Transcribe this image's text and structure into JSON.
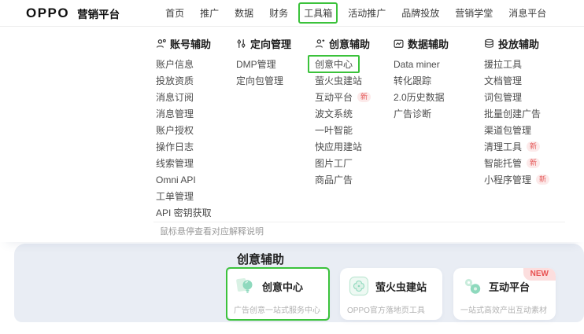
{
  "brand": {
    "logo_text": "OPPO",
    "platform": "营销平台"
  },
  "nav": {
    "items": [
      "首页",
      "推广",
      "数据",
      "财务",
      "工具箱",
      "活动推广",
      "品牌投放",
      "营销学堂",
      "消息平台"
    ],
    "highlighted": "工具箱"
  },
  "menu": {
    "columns": [
      {
        "icon": "user-icon",
        "title": "账号辅助",
        "items": [
          {
            "label": "账户信息"
          },
          {
            "label": "投放资质"
          },
          {
            "label": "消息订阅"
          },
          {
            "label": "消息管理"
          },
          {
            "label": "账户授权"
          },
          {
            "label": "操作日志"
          },
          {
            "label": "线索管理"
          },
          {
            "label": "Omni API"
          },
          {
            "label": "工单管理"
          },
          {
            "label": "API 密钥获取"
          }
        ]
      },
      {
        "icon": "sliders-icon",
        "title": "定向管理",
        "items": [
          {
            "label": "DMP管理"
          },
          {
            "label": "定向包管理"
          }
        ]
      },
      {
        "icon": "user-star-icon",
        "title": "创意辅助",
        "items": [
          {
            "label": "创意中心",
            "highlighted": true
          },
          {
            "label": "萤火虫建站"
          },
          {
            "label": "互动平台",
            "badge": "新"
          },
          {
            "label": "波文系统"
          },
          {
            "label": "一叶智能"
          },
          {
            "label": "快应用建站"
          },
          {
            "label": "图片工厂"
          },
          {
            "label": "商品广告"
          }
        ]
      },
      {
        "icon": "chart-box-icon",
        "title": "数据辅助",
        "items": [
          {
            "label": "Data miner"
          },
          {
            "label": "转化跟踪"
          },
          {
            "label": "2.0历史数据"
          },
          {
            "label": "广告诊断"
          }
        ]
      },
      {
        "icon": "layers-icon",
        "title": "投放辅助",
        "items": [
          {
            "label": "援拉工具"
          },
          {
            "label": "文档管理"
          },
          {
            "label": "词包管理"
          },
          {
            "label": "批量创建广告"
          },
          {
            "label": "渠道包管理"
          },
          {
            "label": "清理工具",
            "badge": "新"
          },
          {
            "label": "智能托管",
            "badge": "新"
          },
          {
            "label": "小程序管理",
            "badge": "新"
          }
        ]
      }
    ],
    "hint": "鼠标悬停查看对应解释说明"
  },
  "panel": {
    "title": "创意辅助",
    "cards": [
      {
        "icon": "creative-center-icon",
        "title": "创意中心",
        "subtitle": "广告创意一站式服务中心",
        "highlighted": true
      },
      {
        "icon": "firefly-site-icon",
        "title": "萤火虫建站",
        "subtitle": "OPPO官方落地页工具"
      },
      {
        "icon": "interactive-platform-icon",
        "title": "互动平台",
        "subtitle": "一站式高效产出互动素材",
        "badge": "NEW"
      }
    ]
  },
  "colors": {
    "annotation_green": "#3bc23b",
    "badge_red": "#e45a5a",
    "badge_bg": "#fceaea",
    "panel_bg": "#e9edf4",
    "icon_teal": "#8ed9bd",
    "icon_mint": "#d9f1e4"
  }
}
